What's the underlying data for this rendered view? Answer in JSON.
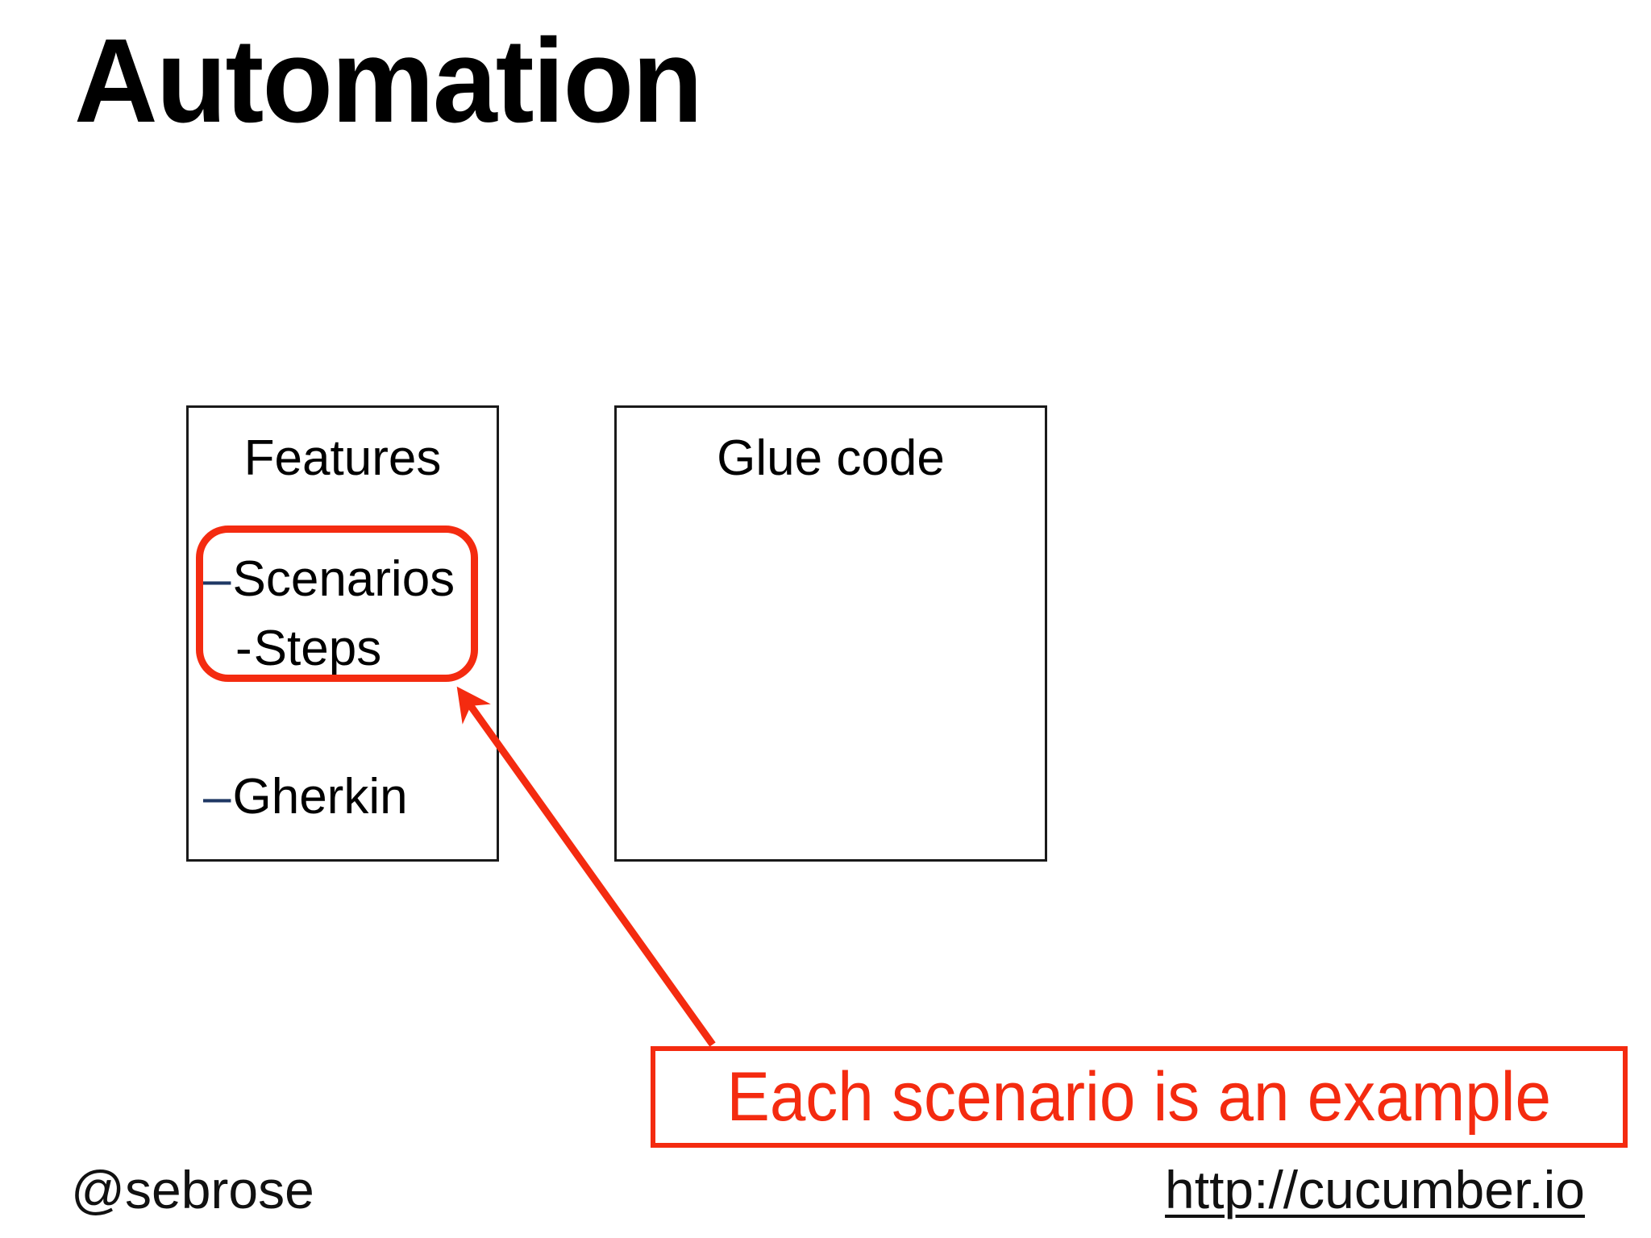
{
  "slide": {
    "title": "Automation",
    "background_color": "#FFFFFF"
  },
  "colors": {
    "accent_red": "#F42B10",
    "bullet_navy": "#1F3864",
    "box_border": "#1A1A1A",
    "text_black": "#000000"
  },
  "diagram": {
    "features_box": {
      "title": "Features",
      "items": [
        {
          "dash": "–",
          "dash_color": "#1F3864",
          "label": "Scenarios"
        },
        {
          "dash": "-",
          "dash_color": "#000000",
          "label": "Steps"
        },
        {
          "dash": "–",
          "dash_color": "#1F3864",
          "label": "Gherkin"
        }
      ]
    },
    "glue_box": {
      "title": "Glue code",
      "items": []
    },
    "highlight": {
      "shape": "rounded-rectangle",
      "color": "#F42B10",
      "targets": [
        "Scenarios",
        "Steps"
      ]
    },
    "annotation_arrow": {
      "color": "#F42B10",
      "from": "callout",
      "to": "highlight"
    }
  },
  "callout": {
    "text": "Each scenario is an example",
    "border_color": "#F42B10",
    "text_color": "#F42B10"
  },
  "footer": {
    "handle": "@sebrose",
    "url": "http://cucumber.io"
  },
  "icons": {
    "arrow_head": "arrow-head-icon",
    "bullet_dash": "dash-bullet-icon"
  }
}
